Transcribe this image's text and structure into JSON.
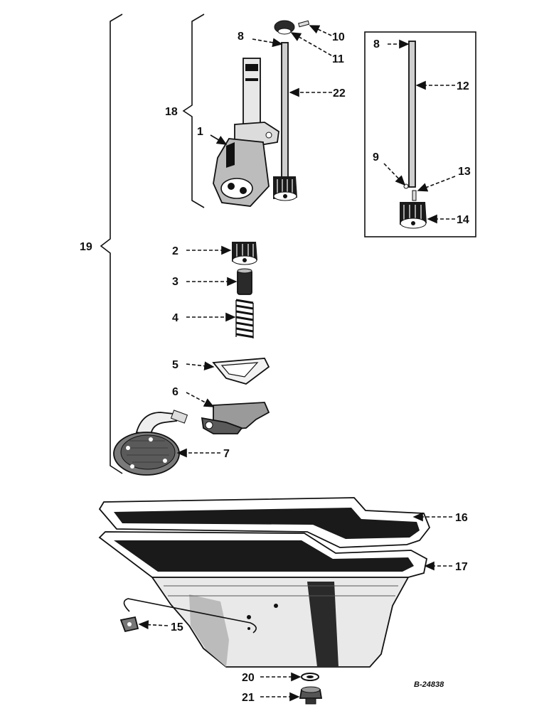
{
  "colors": {
    "ink": "#111111",
    "paper": "#ffffff",
    "shade": "#3a3a3a",
    "dark": "#1a1a1a"
  },
  "labels": {
    "n1": "1",
    "n2": "2",
    "n3": "3",
    "n4": "4",
    "n5": "5",
    "n6": "6",
    "n7": "7",
    "n8a": "8",
    "n8b": "8",
    "n9": "9",
    "n10": "10",
    "n11": "11",
    "n12": "12",
    "n13": "13",
    "n14": "14",
    "n15": "15",
    "n16": "16",
    "n17": "17",
    "n18": "18",
    "n19": "19",
    "n20": "20",
    "n21": "21",
    "n22": "22"
  },
  "drawing_code": "B-24838"
}
